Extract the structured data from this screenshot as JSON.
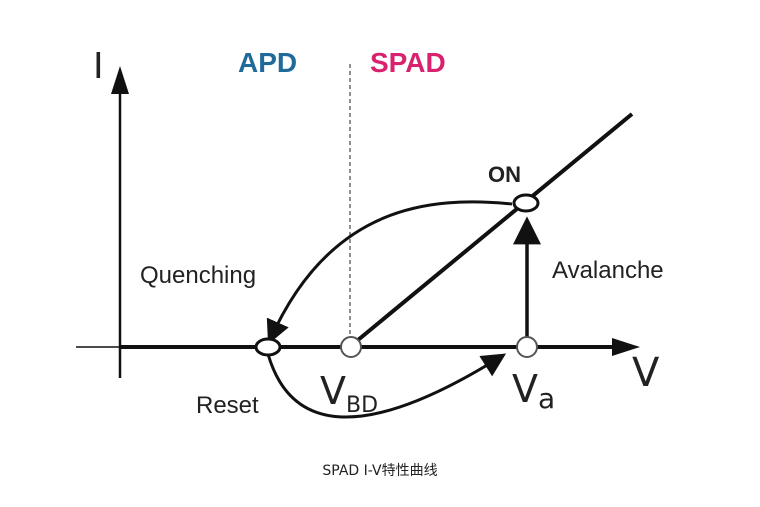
{
  "colors": {
    "apd": "#1f6a99",
    "spad": "#d8226e",
    "ink": "#111111"
  },
  "labels": {
    "y_axis": "I",
    "x_axis": "V",
    "apd": "APD",
    "spad": "SPAD",
    "on": "ON",
    "quenching": "Quenching",
    "avalanche": "Avalanche",
    "reset": "Reset",
    "vbd_main": "V",
    "vbd_sub": "BD",
    "va_main": "V",
    "va_sub": "a"
  },
  "caption": "SPAD I-V特性曲线"
}
